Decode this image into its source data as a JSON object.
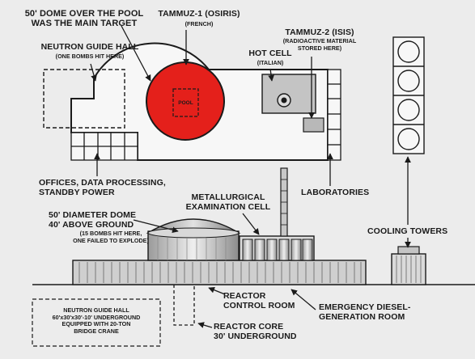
{
  "labels": {
    "dome_main_target": "50' DOME OVER THE POOL\nWAS THE MAIN TARGET",
    "tammuz1": "TAMMUZ-1 (OSIRIS)",
    "tammuz1_origin": "(FRENCH)",
    "tammuz2": "TAMMUZ-2 (ISIS)",
    "tammuz2_note": "(RADIOACTIVE MATERIAL\nSTORED HERE)",
    "neutron_guide_hall": "NEUTRON GUIDE HALL",
    "neutron_guide_hall_note": "(ONE BOMBS HIT HERE)",
    "hot_cell": "HOT CELL",
    "hot_cell_origin": "(ITALIAN)",
    "pool": "POOL",
    "offices": "OFFICES, DATA PROCESSING,\nSTANDBY POWER",
    "laboratories": "LABORATORIES",
    "metallurgical": "METALLURGICAL\nEXAMINATION CELL",
    "dome_50": "50' DIAMETER DOME\n40' ABOVE GROUND",
    "dome_50_note": "(15 BOMBS HIT HERE,\nONE FAILED TO EXPLODE)",
    "cooling_towers": "COOLING TOWERS",
    "reactor_control_room": "REACTOR\nCONTROL ROOM",
    "emergency_diesel": "EMERGENCY DIESEL-\nGENERATION ROOM",
    "reactor_core": "REACTOR CORE\n30' UNDERGROUND",
    "neutron_guide_hall_underground": "NEUTRON GUIDE HALL\n60'x30'x30'-10' UNDERGROUND\nEQUIPPED WITH 20-TON\nBRIDGE CRANE"
  },
  "colors": {
    "background": "#ececec",
    "reactor_red": "#e4201b",
    "line": "#1a1a1a",
    "building_fill": "#f6f6f6",
    "building_gray": "#c4c4c4"
  }
}
